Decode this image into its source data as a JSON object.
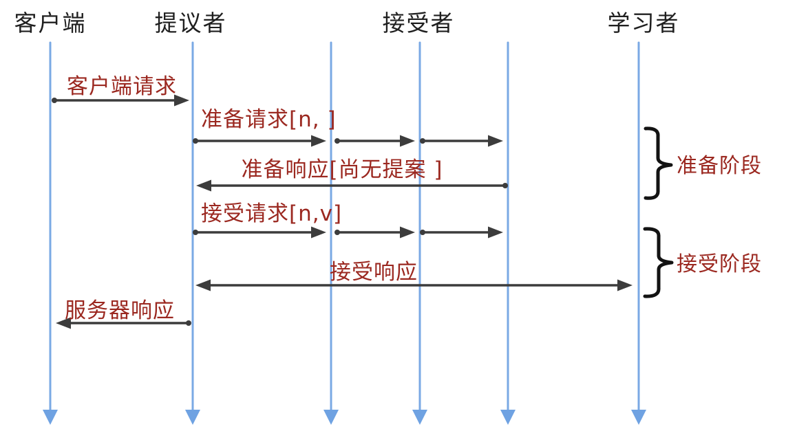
{
  "diagram": {
    "type": "sequence-diagram",
    "colors": {
      "lifeline_blue": "#7aa9e4",
      "arrow_dark": "#3c3c3c",
      "message_label_red": "#9b2820",
      "actor_label_black": "#1f1f1f",
      "brace_black": "#131313",
      "background": "#ffffff"
    },
    "actors": [
      {
        "label": "客户端",
        "lifelines": 1
      },
      {
        "label": "提议者",
        "lifelines": 1
      },
      {
        "label": "接受者",
        "lifelines": 3
      },
      {
        "label": "学习者",
        "lifelines": 1
      }
    ],
    "messages": [
      {
        "label": "客户端请求",
        "from": "客户端",
        "to": "提议者"
      },
      {
        "label": "准备请求[n, ]",
        "from": "提议者",
        "to": "接受者"
      },
      {
        "label": "准备响应[尚无提案 ]",
        "from": "接受者",
        "to": "提议者"
      },
      {
        "label": "接受请求[n,v]",
        "from": "提议者",
        "to": "接受者"
      },
      {
        "label": "接受响应",
        "from": "接受者",
        "to": "提议者 / 学习者"
      },
      {
        "label": "服务器响应",
        "from": "提议者",
        "to": "客户端"
      }
    ],
    "phases": [
      {
        "label": "准备阶段"
      },
      {
        "label": "接受阶段"
      }
    ]
  }
}
